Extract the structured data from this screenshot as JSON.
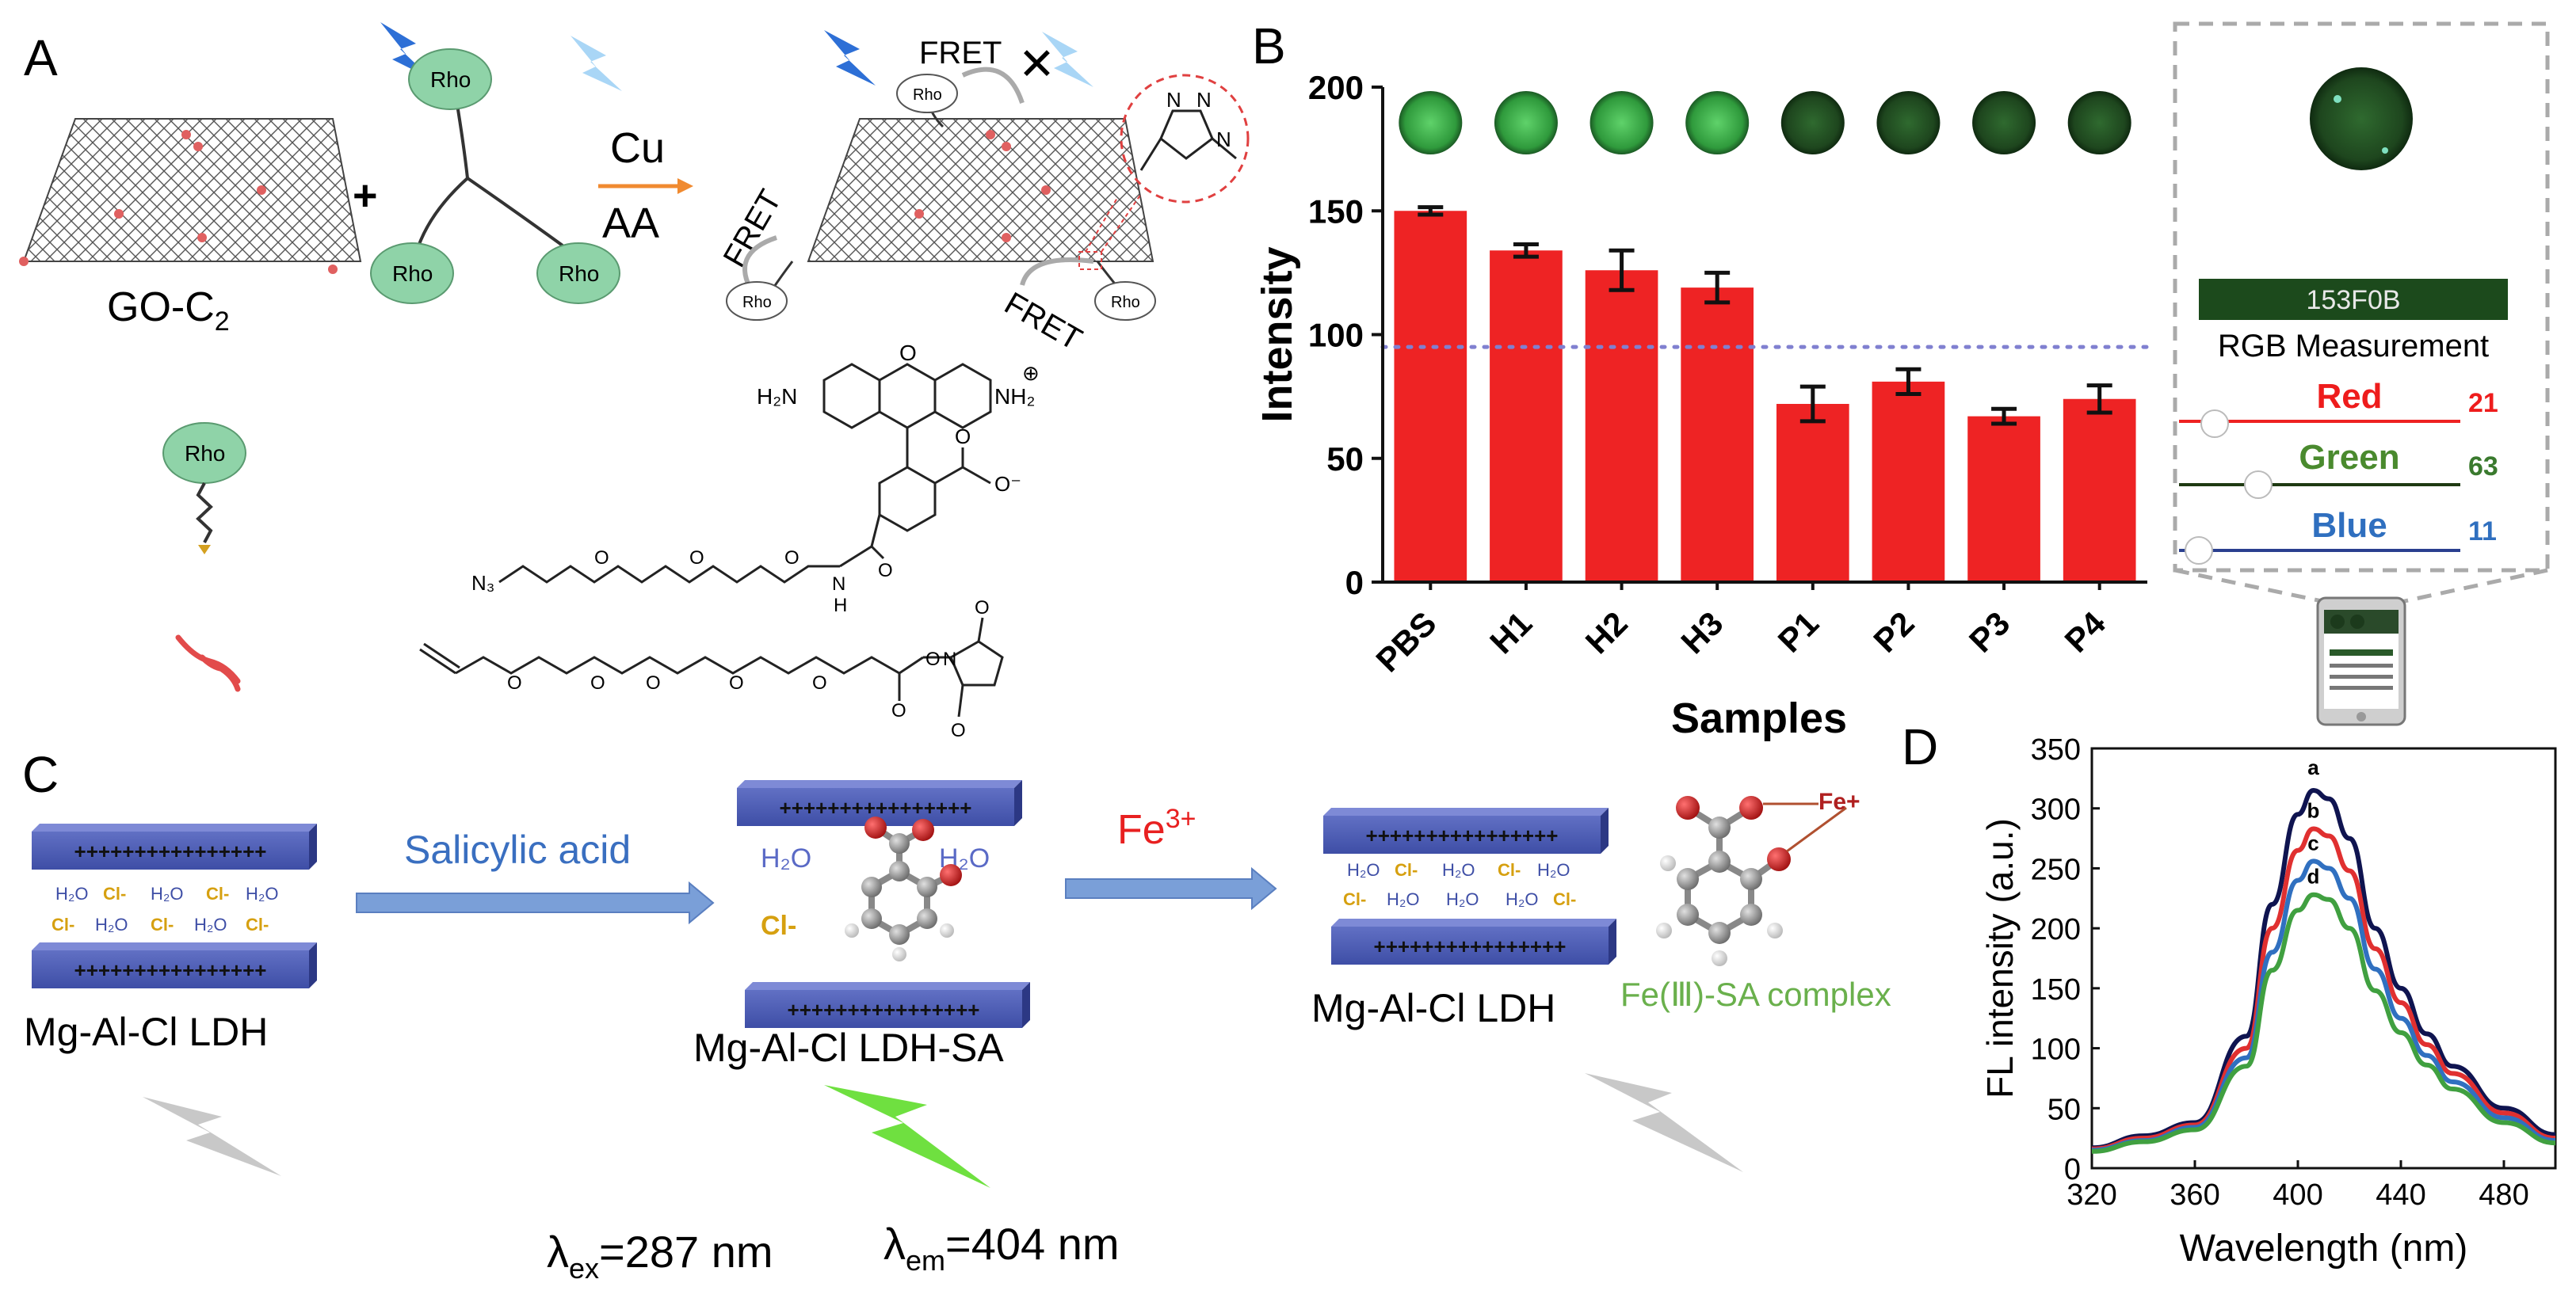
{
  "colors": {
    "bar_red": "#ee2324",
    "ldh_blue": "#3f4fa8",
    "arrow_blue": "#6b8ccf",
    "rho_green": "#8fd3a8",
    "screen_green": "#1c4a1c",
    "red_text": "#ee1c1c",
    "green_text": "#4a8a2e",
    "blue_text": "#2f6fbf",
    "complex_green": "#6ab04c",
    "dotted_line": "#8080d0",
    "curve_a": "#0f1450",
    "curve_b": "#e03030",
    "curve_c": "#3070c0",
    "curve_d": "#40a040"
  },
  "panelA": {
    "label": "A",
    "go_label": "GO-C",
    "go_sub": "2",
    "plus": "+",
    "rho": "Rho",
    "cu": "Cu",
    "aa": "AA",
    "fret": "FRET",
    "cross": "✕",
    "nh2": "H₂N",
    "nh2_plus": "NH₂",
    "plus_charge": "⊕",
    "n3": "N₃",
    "o": "O",
    "h": "H",
    "n": "N",
    "ominus": "O⁻",
    "triazole_n1": "N",
    "triazole_n2": "N",
    "triazole_n3": "N"
  },
  "panelB": {
    "label": "B",
    "hex_code": "153F0B",
    "rgb_title": "RGB Measurement",
    "red_label": "Red",
    "red_value": "21",
    "green_label": "Green",
    "green_value": "63",
    "blue_label": "Blue",
    "blue_value": "11"
  },
  "panelC": {
    "label": "C",
    "ldh_label": "Mg-Al-Cl LDH",
    "sa_arrow_label": "Salicylic acid",
    "ldh_sa_label": "Mg-Al-Cl LDH-SA",
    "fe_label": "Fe",
    "fe_sup": "3+",
    "ldh_label2": "Mg-Al-Cl LDH",
    "complex_label": "Fe(Ⅲ)-SA complex",
    "fe_plus": "Fe+",
    "plus_row": "++++++++++++++++",
    "h2o": "H₂O",
    "cl": "Cl-",
    "ex_lambda": "λ",
    "ex_sub": "ex",
    "ex_value": "=287 nm",
    "em_lambda": "λ",
    "em_sub": "em",
    "em_value": "=404 nm"
  },
  "panelD": {
    "label": "D"
  },
  "chart_data": [
    {
      "type": "bar",
      "xlabel": "Samples",
      "ylabel": "Intensity",
      "ylim": [
        0,
        200
      ],
      "yticks": [
        0,
        50,
        100,
        150,
        200
      ],
      "categories": [
        "PBS",
        "H1",
        "H2",
        "H3",
        "P1",
        "P2",
        "P3",
        "P4"
      ],
      "values": [
        150,
        134,
        126,
        119,
        72,
        81,
        67,
        74
      ],
      "errors": [
        1.5,
        2.5,
        8,
        6,
        7,
        5,
        3,
        5.5
      ],
      "threshold": 95,
      "grid": false
    },
    {
      "type": "line",
      "xlabel": "Wavelength (nm)",
      "ylabel": "FL intensity (a.u.)",
      "xlim": [
        320,
        500
      ],
      "ylim": [
        0,
        350
      ],
      "xticks": [
        320,
        360,
        400,
        440,
        480
      ],
      "yticks": [
        0,
        50,
        100,
        150,
        200,
        250,
        300,
        350
      ],
      "grid": false,
      "series": [
        {
          "name": "a",
          "x": [
            320,
            340,
            360,
            380,
            390,
            400,
            406,
            412,
            420,
            430,
            440,
            450,
            460,
            480,
            500
          ],
          "y": [
            17,
            27,
            38,
            110,
            220,
            295,
            315,
            308,
            275,
            200,
            150,
            112,
            85,
            50,
            28
          ]
        },
        {
          "name": "b",
          "x": [
            320,
            340,
            360,
            380,
            390,
            400,
            406,
            412,
            420,
            430,
            440,
            450,
            460,
            480,
            500
          ],
          "y": [
            16,
            25,
            36,
            100,
            200,
            265,
            283,
            277,
            248,
            183,
            138,
            103,
            79,
            46,
            25
          ]
        },
        {
          "name": "c",
          "x": [
            320,
            340,
            360,
            380,
            390,
            400,
            406,
            412,
            420,
            430,
            440,
            450,
            460,
            480,
            500
          ],
          "y": [
            15,
            23,
            34,
            92,
            180,
            240,
            256,
            250,
            225,
            166,
            125,
            94,
            72,
            42,
            23
          ]
        },
        {
          "name": "d",
          "x": [
            320,
            340,
            360,
            380,
            390,
            400,
            406,
            412,
            420,
            430,
            440,
            450,
            460,
            480,
            500
          ],
          "y": [
            14,
            22,
            32,
            85,
            165,
            215,
            228,
            224,
            200,
            148,
            113,
            86,
            66,
            38,
            21
          ]
        }
      ]
    }
  ]
}
